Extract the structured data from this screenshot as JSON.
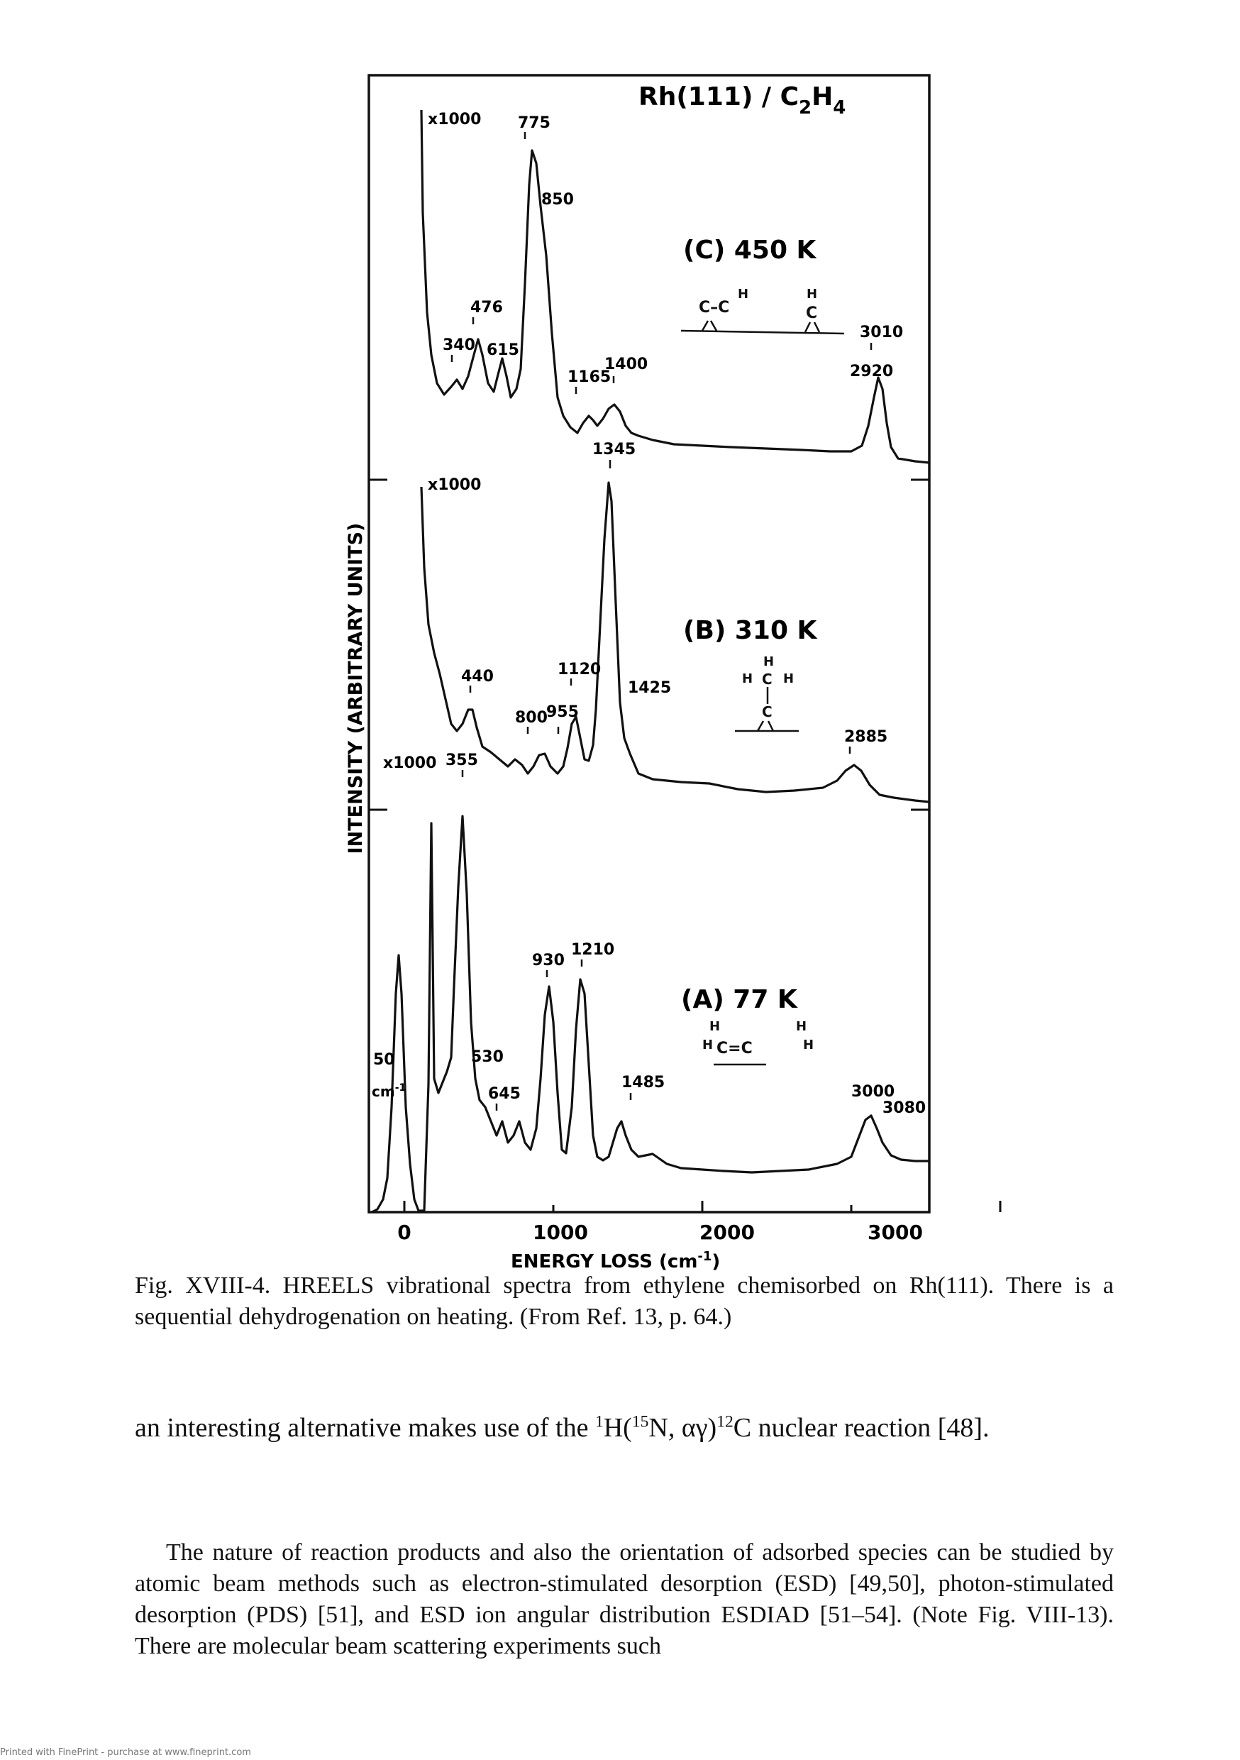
{
  "figure": {
    "title_main": "Rh(111) / C",
    "title_sub1": "2",
    "title_mid": "H",
    "title_sub2": "4",
    "ylabel": "INTENSITY (ARBITRARY UNITS)",
    "xlabel": "ENERGY LOSS (cm",
    "xlabel_sup": "-1",
    "xlabel_end": ")",
    "x_ticks": [
      "0",
      "1000",
      "2000",
      "3000"
    ],
    "panel_c": {
      "label": "(C) 450 K",
      "multiplier": "x1000",
      "peaks": [
        "775",
        "850",
        "476",
        "340",
        "615",
        "1165",
        "1400",
        "2920",
        "3010"
      ]
    },
    "panel_b": {
      "label": "(B) 310 K",
      "multiplier": "x1000",
      "peaks": [
        "1345",
        "440",
        "1120",
        "800",
        "955",
        "1425",
        "2885"
      ]
    },
    "panel_a": {
      "label": "(A) 77 K",
      "multiplier": "x1000",
      "peaks": [
        "355",
        "930",
        "1210",
        "530",
        "645",
        "1485",
        "3000",
        "3080"
      ],
      "elastic_label_1": "50",
      "elastic_label_2": "cm",
      "elastic_label_sup": "-1"
    }
  },
  "caption": "Fig. XVIII-4. HREELS vibrational spectra from ethylene chemisorbed on Rh(111). There is a sequential dehydrogenation on heating. (From Ref. 13, p. 64.)",
  "para1": {
    "before": "an interesting alternative makes use of the ",
    "sup1": "1",
    "mid1": "H(",
    "sup2": "15",
    "mid2": "N, αγ)",
    "sup3": "12",
    "after": "C nuclear reaction [48]."
  },
  "para2": "The nature of reaction products and also the orientation of adsorbed species can be studied by atomic beam methods such as electron-stimulated desorption (ESD) [49,50], photon-stimulated desorption (PDS) [51], and ESD ion angular distribution ESDIAD [51–54]. (Note Fig. VIII-13). There are molecular beam scattering experiments such",
  "footer": "Printed with FinePrint - purchase at www.fineprint.com"
}
